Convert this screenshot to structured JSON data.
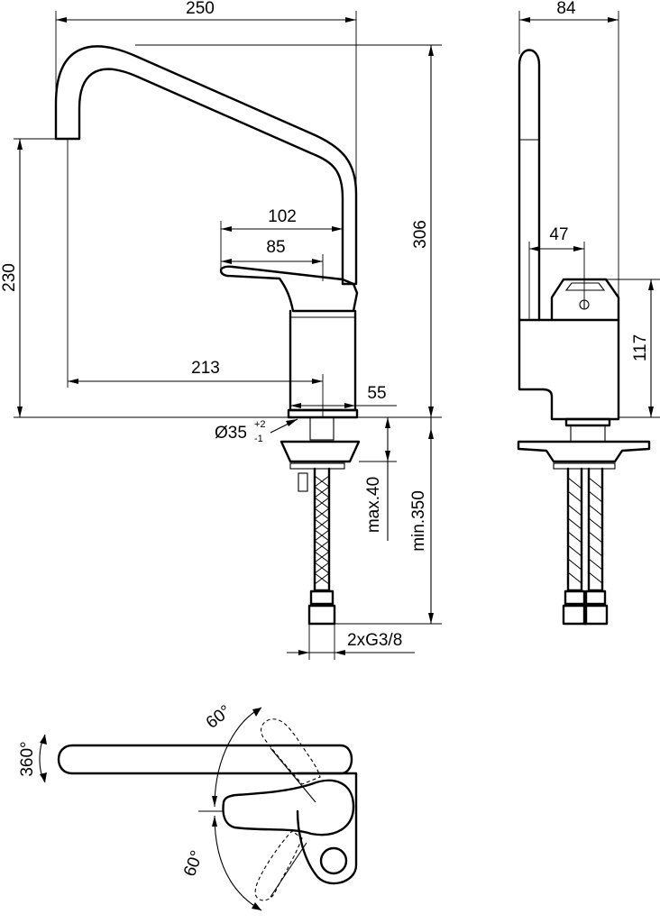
{
  "dimensions": {
    "width_total": "250",
    "depth_total": "84",
    "spout_height": "230",
    "overall_height": "306",
    "lever_length_outer": "102",
    "lever_length_inner": "85",
    "spout_reach": "213",
    "body_offset": "55",
    "hole_diameter": "Ø35",
    "hole_tol_plus": "+2",
    "hole_tol_minus": "-1",
    "max_deck": "max.40",
    "min_hose": "min.350",
    "connection": "2xG3/8",
    "side_lever_offset": "47",
    "side_body_height": "117"
  },
  "angles": {
    "spout_rotation": "360°",
    "lever_up": "60°",
    "lever_down": "60°"
  }
}
